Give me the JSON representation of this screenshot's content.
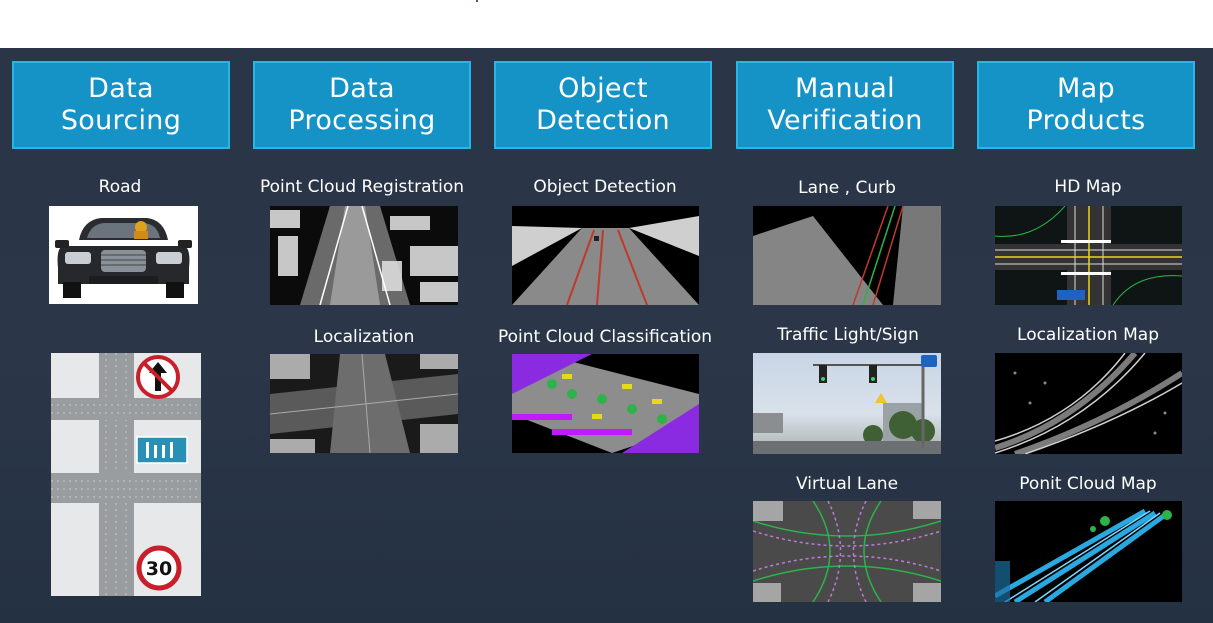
{
  "columns": [
    {
      "header": "Data\nSourcing"
    },
    {
      "header": "Data\nProcessing"
    },
    {
      "header": "Object\nDetection"
    },
    {
      "header": "Manual\nVerification"
    },
    {
      "header": "Map\nProducts"
    }
  ],
  "captions": {
    "road": "Road",
    "point_cloud_registration": "Point Cloud Registration",
    "localization": "Localization",
    "object_detection": "Object Detection",
    "point_cloud_classification": "Point Cloud Classification",
    "lane_curb": "Lane , Curb",
    "traffic_light_sign": "Traffic Light/Sign",
    "virtual_lane": "Virtual Lane",
    "hd_map": "HD Map",
    "localization_map": "Localization Map",
    "point_cloud_map": "Ponit Cloud Map"
  },
  "signs": {
    "speed_limit": "30"
  },
  "colors": {
    "header_fill": "#1593c6",
    "header_border": "#26b6e8",
    "background": "#2a3648"
  }
}
